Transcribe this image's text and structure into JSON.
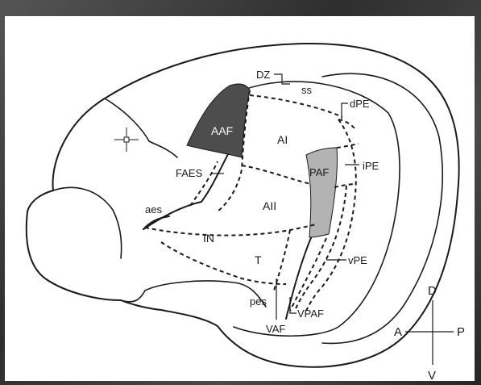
{
  "labels": {
    "dz": "DZ",
    "ss": "ss",
    "dpe": "dPE",
    "aaf": "AAF",
    "ai": "AI",
    "paf": "PAF",
    "ipe": "iPE",
    "faes": "FAES",
    "aes": "aes",
    "aii": "AII",
    "in": "IN",
    "t": "T",
    "vpe": "vPE",
    "pes": "pes",
    "vaf": "VAF",
    "vpaf": "VPAF"
  },
  "compass": {
    "dorsal": "D",
    "ventral": "V",
    "anterior": "A",
    "posterior": "P"
  },
  "colors": {
    "aaf_fill": "#4d4d4d",
    "paf_fill": "#b3b3b3",
    "ink": "#1a1a1a"
  }
}
